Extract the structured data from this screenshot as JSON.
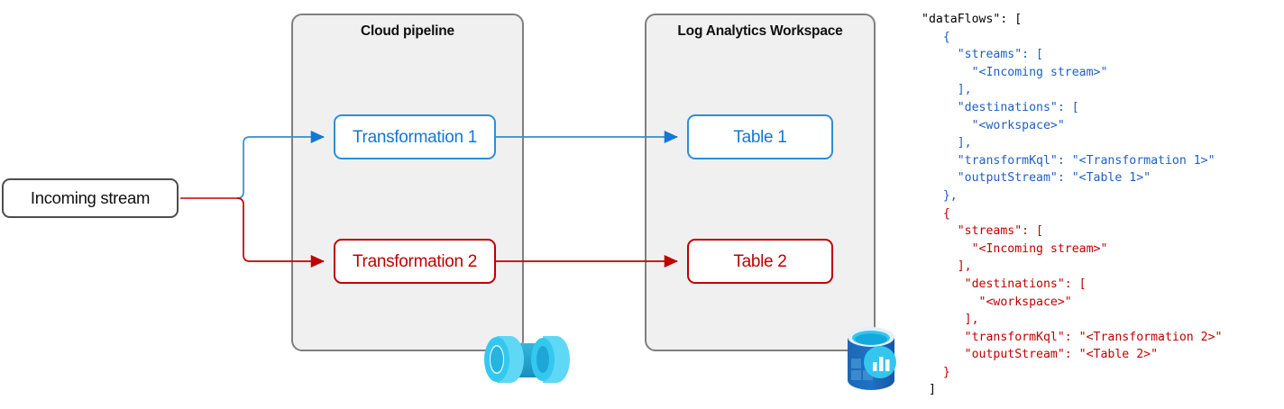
{
  "diagram": {
    "containers": [
      {
        "id": "cloud-pipeline",
        "title": "Cloud pipeline"
      },
      {
        "id": "log-analytics-workspace",
        "title": "Log Analytics Workspace"
      }
    ],
    "nodes": [
      {
        "id": "incoming-stream",
        "label": "Incoming stream",
        "color": "#101010"
      },
      {
        "id": "transformation-1",
        "label": "Transformation 1",
        "color": "#1477d2"
      },
      {
        "id": "transformation-2",
        "label": "Transformation 2",
        "color": "#c00000"
      },
      {
        "id": "table-1",
        "label": "Table 1",
        "color": "#1477d2"
      },
      {
        "id": "table-2",
        "label": "Table 2",
        "color": "#c00000"
      }
    ],
    "icons": [
      {
        "id": "pipeline-icon",
        "name": "azure-pipeline-icon"
      },
      {
        "id": "workspace-icon",
        "name": "azure-log-analytics-workspace-icon"
      }
    ],
    "flows": [
      {
        "from": "incoming-stream",
        "to": "transformation-1",
        "color": "#2e8fd4"
      },
      {
        "from": "incoming-stream",
        "to": "transformation-2",
        "color": "#c00000"
      },
      {
        "from": "transformation-1",
        "to": "table-1",
        "color": "#2e8fd4"
      },
      {
        "from": "transformation-2",
        "to": "table-2",
        "color": "#c00000"
      }
    ],
    "colors": {
      "blue_accent": "#2e8fd4",
      "blue_text": "#1477d2",
      "red_accent": "#c00000",
      "container_fill": "#f0f0f0",
      "container_border": "#808080",
      "node_border_dark": "#4d4d4d"
    }
  },
  "code": {
    "lines": [
      [
        {
          "t": "\"dataFlows\": [",
          "c": "c-black"
        }
      ],
      [
        {
          "t": "   ",
          "c": "c-black"
        },
        {
          "t": "{",
          "c": "c-blue"
        }
      ],
      [
        {
          "t": "     ",
          "c": "c-black"
        },
        {
          "t": "\"streams\": [",
          "c": "c-blue"
        }
      ],
      [
        {
          "t": "       ",
          "c": "c-black"
        },
        {
          "t": "\"<Incoming stream>\"",
          "c": "c-blue"
        }
      ],
      [
        {
          "t": "     ",
          "c": "c-black"
        },
        {
          "t": "],",
          "c": "c-blue"
        }
      ],
      [
        {
          "t": "     ",
          "c": "c-black"
        },
        {
          "t": "\"destinations\": [",
          "c": "c-blue"
        }
      ],
      [
        {
          "t": "       ",
          "c": "c-black"
        },
        {
          "t": "\"<workspace>\"",
          "c": "c-blue"
        }
      ],
      [
        {
          "t": "     ",
          "c": "c-black"
        },
        {
          "t": "],",
          "c": "c-blue"
        }
      ],
      [
        {
          "t": "     ",
          "c": "c-black"
        },
        {
          "t": "\"transformKql\": \"<Transformation 1>\"",
          "c": "c-blue"
        }
      ],
      [
        {
          "t": "     ",
          "c": "c-black"
        },
        {
          "t": "\"outputStream\": \"<Table 1>\"",
          "c": "c-blue"
        }
      ],
      [
        {
          "t": "   ",
          "c": "c-black"
        },
        {
          "t": "},",
          "c": "c-blue"
        }
      ],
      [
        {
          "t": "   ",
          "c": "c-black"
        },
        {
          "t": "{",
          "c": "c-red"
        }
      ],
      [
        {
          "t": "     ",
          "c": "c-black"
        },
        {
          "t": "\"streams\": [",
          "c": "c-red"
        }
      ],
      [
        {
          "t": "       ",
          "c": "c-black"
        },
        {
          "t": "\"<Incoming stream>\"",
          "c": "c-red"
        }
      ],
      [
        {
          "t": "     ",
          "c": "c-black"
        },
        {
          "t": "],",
          "c": "c-red"
        }
      ],
      [
        {
          "t": "      ",
          "c": "c-black"
        },
        {
          "t": "\"destinations\": [",
          "c": "c-red"
        }
      ],
      [
        {
          "t": "        ",
          "c": "c-black"
        },
        {
          "t": "\"<workspace>\"",
          "c": "c-red"
        }
      ],
      [
        {
          "t": "      ",
          "c": "c-black"
        },
        {
          "t": "],",
          "c": "c-red"
        }
      ],
      [
        {
          "t": "      ",
          "c": "c-black"
        },
        {
          "t": "\"transformKql\": \"<Transformation 2>\"",
          "c": "c-red"
        }
      ],
      [
        {
          "t": "      ",
          "c": "c-black"
        },
        {
          "t": "\"outputStream\": \"<Table 2>\"",
          "c": "c-red"
        }
      ],
      [
        {
          "t": "   ",
          "c": "c-black"
        },
        {
          "t": "}",
          "c": "c-red"
        }
      ],
      [
        {
          "t": " ",
          "c": "c-black"
        },
        {
          "t": "]",
          "c": "c-black"
        }
      ]
    ]
  }
}
